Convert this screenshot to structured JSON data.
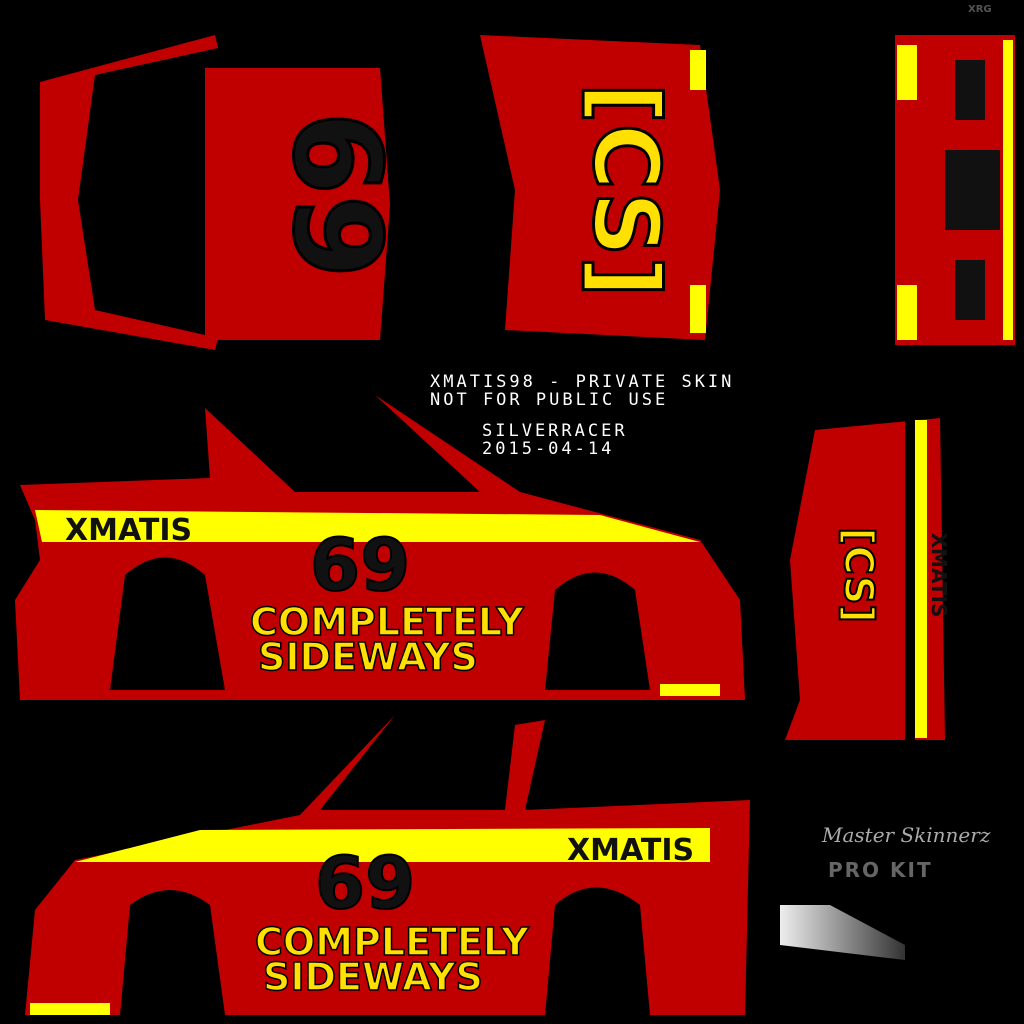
{
  "corner_tag": "XRG",
  "notice": {
    "line1": "XMATIS98 - PRIVATE SKIN",
    "line2": "NOT FOR PUBLIC USE",
    "line3": "SILVERRACER",
    "line4": "2015-04-14"
  },
  "livery": {
    "number": "69",
    "team_logo": "[CS]",
    "driver": "XMATIS",
    "slogan1": "COMPLETELY",
    "slogan2": "SIDEWAYS"
  },
  "branding": {
    "signature": "Master Skinnerz",
    "kit": "PRO KIT"
  },
  "colors": {
    "body": "#c00000",
    "stripe": "#ffff00",
    "background": "#000000"
  }
}
